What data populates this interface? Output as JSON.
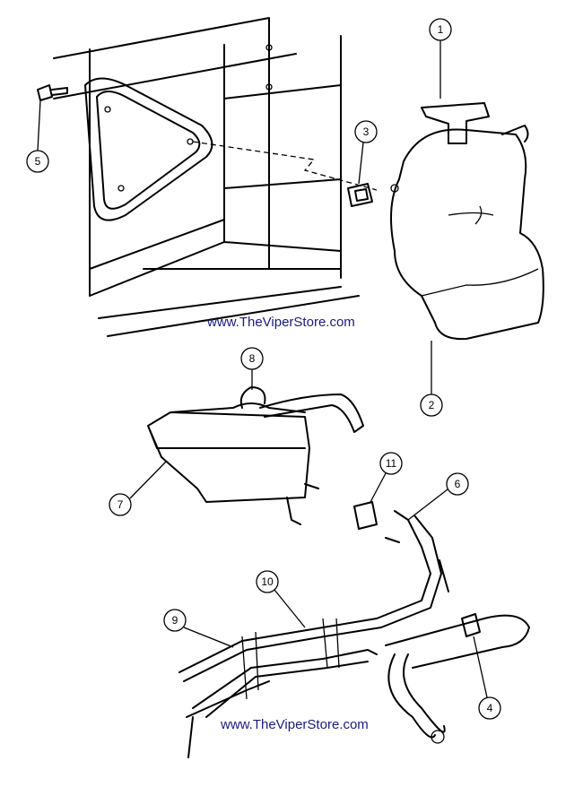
{
  "watermarks": [
    "www.TheViperStore.com",
    "www.TheViperStore.com"
  ],
  "callouts": [
    "1",
    "2",
    "3",
    "4",
    "5",
    "6",
    "7",
    "8",
    "9",
    "10",
    "11"
  ],
  "colors": {
    "watermark": "#1a1a80",
    "line": "#000000"
  }
}
